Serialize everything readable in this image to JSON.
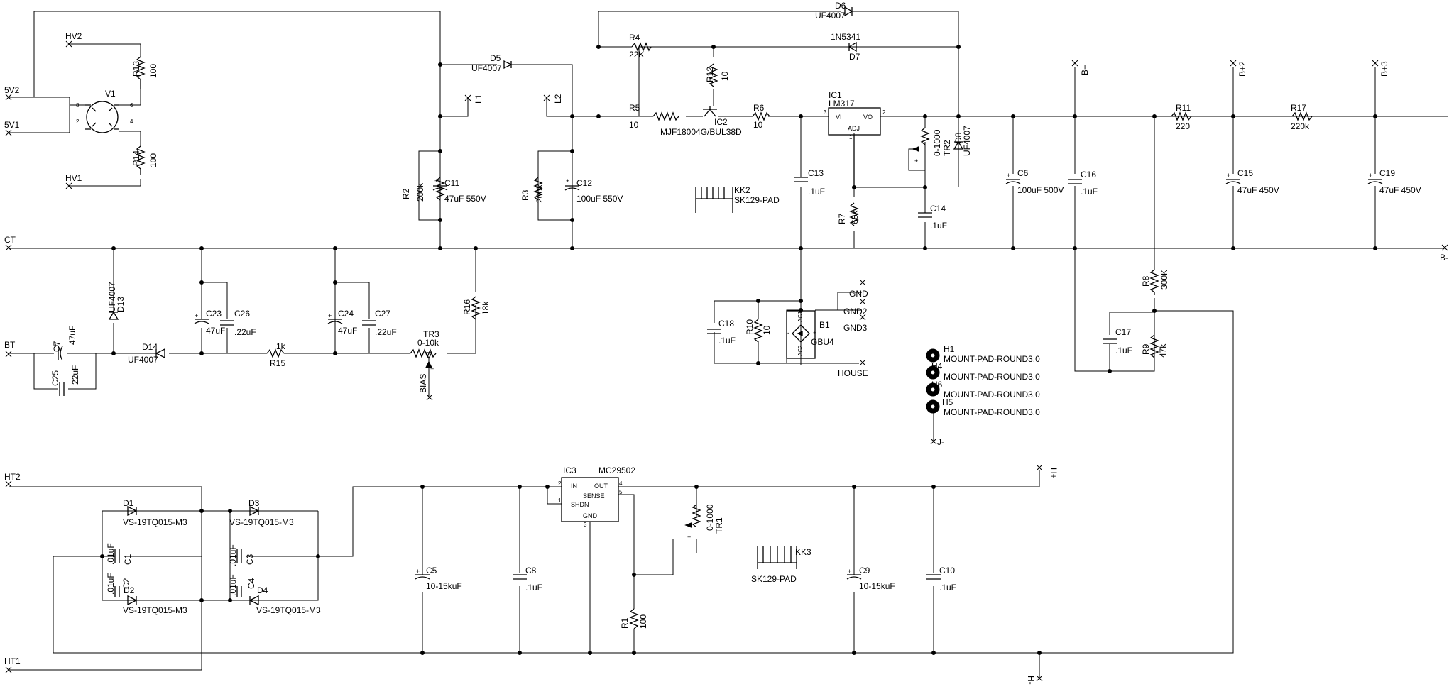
{
  "nets": {
    "hv2": "HV2",
    "v5v2": "5V2",
    "v5v1": "5V1",
    "hv1": "HV1",
    "ct": "CT",
    "bt": "BT",
    "ht2": "HT2",
    "ht1": "HT1",
    "l1": "L1",
    "l2": "L2",
    "bplus": "B+",
    "bplus2": "B+2",
    "bplus3": "B+3",
    "bminus": "B-",
    "gnd": "GND",
    "gnd2": "GND2",
    "gnd3": "GND3",
    "house": "HOUSE",
    "bias": "BIAS",
    "hplus": "H+",
    "hminus": "H-",
    "jminus": "J-"
  },
  "parts": {
    "r13": {
      "ref": "R13",
      "val": "100"
    },
    "r14": {
      "ref": "R14",
      "val": "100"
    },
    "v1": {
      "ref": "V1"
    },
    "r2": {
      "ref": "R2",
      "val": "200k"
    },
    "c11": {
      "ref": "C11",
      "val": "47uF 550V"
    },
    "r3": {
      "ref": "R3",
      "val": "200k"
    },
    "c12": {
      "ref": "C12",
      "val": "100uF 550V"
    },
    "d5": {
      "ref": "D5",
      "val": "UF4007"
    },
    "d6": {
      "ref": "D6",
      "val": "UF4007"
    },
    "d7": {
      "ref": "D7",
      "val": "1N5341"
    },
    "r4": {
      "ref": "R4",
      "val": "22K"
    },
    "r12": {
      "ref": "R12",
      "val": "10"
    },
    "r5": {
      "ref": "R5",
      "val": "10"
    },
    "ic2": {
      "ref": "IC2",
      "val": "MJF18004G/BUL38D"
    },
    "r6": {
      "ref": "R6",
      "val": "10"
    },
    "ic1": {
      "ref": "IC1",
      "val": "LM317",
      "vi": "VI",
      "vo": "VO",
      "adj": "ADJ"
    },
    "tr2": {
      "ref": "TR2",
      "val": "0-1000"
    },
    "d8": {
      "ref": "D8",
      "val": "UF4007"
    },
    "r7": {
      "ref": "R7",
      "val": "68k"
    },
    "c14": {
      "ref": "C14",
      "val": ".1uF"
    },
    "c13": {
      "ref": "C13",
      "val": ".1uF"
    },
    "kk2": {
      "ref": "KK2",
      "val": "SK129-PAD"
    },
    "c6": {
      "ref": "C6",
      "val": "100uF 500V"
    },
    "c16": {
      "ref": "C16",
      "val": ".1uF"
    },
    "r11": {
      "ref": "R11",
      "val": "220"
    },
    "c15": {
      "ref": "C15",
      "val": "47uF 450V"
    },
    "r17": {
      "ref": "R17",
      "val": "220k"
    },
    "c19": {
      "ref": "C19",
      "val": "47uF 450V"
    },
    "d13": {
      "ref": "D13",
      "val": "UF4007"
    },
    "c7": {
      "ref": "C7",
      "val": "47uF"
    },
    "c25": {
      "ref": "C25",
      "val": "22uF"
    },
    "d14": {
      "ref": "D14",
      "val": "UF4007"
    },
    "c23": {
      "ref": "C23",
      "val": "47uF"
    },
    "c26": {
      "ref": "C26",
      "val": ".22uF"
    },
    "r15": {
      "ref": "R15",
      "val": "1k"
    },
    "c24": {
      "ref": "C24",
      "val": "47uF"
    },
    "c27": {
      "ref": "C27",
      "val": ".22uF"
    },
    "tr3": {
      "ref": "TR3",
      "val": "0-10k"
    },
    "r16": {
      "ref": "R16",
      "val": "18k"
    },
    "c18": {
      "ref": "C18",
      "val": ".1uF"
    },
    "r10": {
      "ref": "R10",
      "val": "10"
    },
    "b1": {
      "ref": "B1",
      "val": "GBU4",
      "ac1": "AC1",
      "ac2": "AC2"
    },
    "r8": {
      "ref": "R8",
      "val": "300K"
    },
    "c17": {
      "ref": "C17",
      "val": ".1uF"
    },
    "r9": {
      "ref": "R9",
      "val": "47k"
    },
    "h1": {
      "ref": "H1",
      "val": "MOUNT-PAD-ROUND3.0"
    },
    "h4": {
      "ref": "H4",
      "val": "MOUNT-PAD-ROUND3.0"
    },
    "h6": {
      "ref": "H6",
      "val": "MOUNT-PAD-ROUND3.0"
    },
    "h5": {
      "ref": "H5",
      "val": "MOUNT-PAD-ROUND3.0"
    },
    "d1": {
      "ref": "D1",
      "val": "VS-19TQ015-M3"
    },
    "d2": {
      "ref": "D2",
      "val": "VS-19TQ015-M3"
    },
    "d3": {
      "ref": "D3",
      "val": "VS-19TQ015-M3"
    },
    "d4": {
      "ref": "D4",
      "val": "VS-19TQ015-M3"
    },
    "c1": {
      "ref": "C1",
      "val": ".01uF"
    },
    "c2": {
      "ref": "C2",
      "val": ".01uF"
    },
    "c3": {
      "ref": "C3",
      "val": ".01uF"
    },
    "c4": {
      "ref": "C4",
      "val": ".01uF"
    },
    "c5": {
      "ref": "C5",
      "val": "10-15kuF"
    },
    "c8": {
      "ref": "C8",
      "val": ".1uF"
    },
    "ic3": {
      "ref": "IC3",
      "val": "MC29502",
      "in": "IN",
      "out": "OUT",
      "sense": "SENSE",
      "shdn": "SHDN",
      "gnd": "GND"
    },
    "tr1": {
      "ref": "TR1",
      "val": "0-1000"
    },
    "r1": {
      "ref": "R1",
      "val": "100"
    },
    "kk3": {
      "ref": "KK3",
      "val": "SK129-PAD"
    },
    "c9": {
      "ref": "C9",
      "val": "10-15kuF"
    },
    "c10": {
      "ref": "C10",
      "val": ".1uF"
    }
  },
  "pins": {
    "v1_8": "8",
    "v1_6": "6",
    "v1_2": "2",
    "v1_4": "4",
    "ic1_3": "3",
    "ic1_2": "2",
    "ic1_1": "1",
    "ic3_2": "2",
    "ic3_1": "1",
    "ic3_4": "4",
    "ic3_5": "5",
    "ic3_3": "3"
  }
}
